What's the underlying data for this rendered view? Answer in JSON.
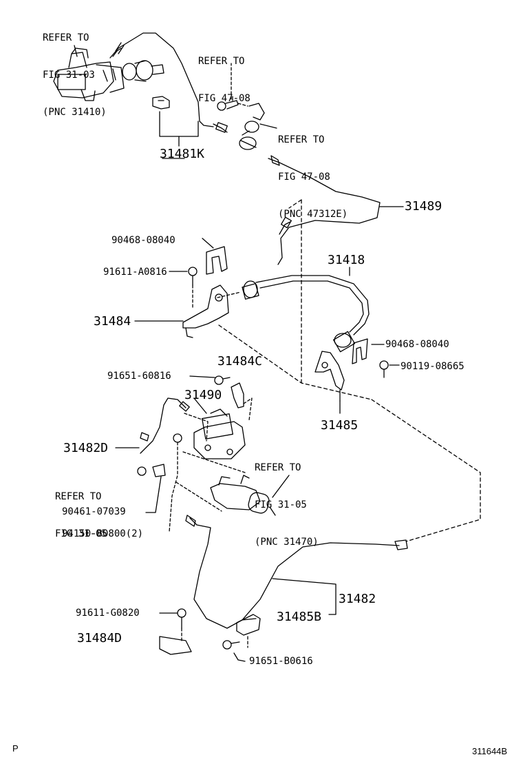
{
  "refs": {
    "fig31_03": {
      "line1": "REFER TO",
      "line2": "FIG 31-03",
      "line3": "(PNC 31410)"
    },
    "fig47_08a": {
      "line1": "REFER TO",
      "line2": "FIG 47-08"
    },
    "fig47_08b": {
      "line1": "REFER TO",
      "line2": "FIG 47-08",
      "line3": "(PNC 47312E)"
    },
    "fig31_05a": {
      "line1": "REFER TO",
      "line2": "FIG 31-05",
      "line3": "(PNC 31470)"
    },
    "fig31_05b": {
      "line1": "REFER TO",
      "line2": "FIG 31-05"
    }
  },
  "parts": {
    "p31481K": "31481K",
    "p31489": "31489",
    "p31418": "31418",
    "p31484": "31484",
    "p31484C": "31484C",
    "p31490": "31490",
    "p31485": "31485",
    "p31482D": "31482D",
    "p31482": "31482",
    "p31485B": "31485B",
    "p31484D": "31484D",
    "p90468a": "90468-08040",
    "p91611a": "91611-A0816",
    "p90468b": "90468-08040",
    "p90119": "90119-08665",
    "p91651a": "91651-60816",
    "p90461": "90461-07039",
    "p94150": "94150-B0800(2)",
    "p91611g": "91611-G0820",
    "p91651b": "91651-B0616"
  },
  "corner": {
    "left": "P",
    "right": "311644B"
  }
}
